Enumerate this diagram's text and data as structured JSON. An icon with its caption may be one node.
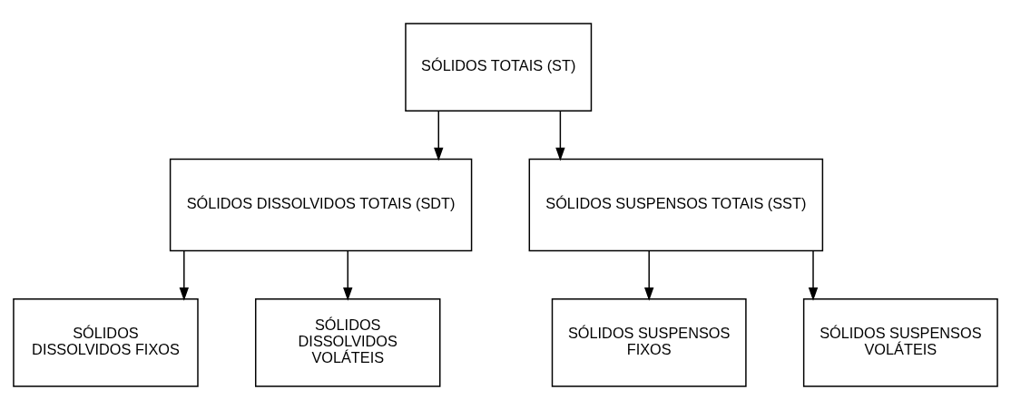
{
  "diagram": {
    "nodes": [
      {
        "text": [
          "SÓLIDOS TOTAIS (ST)"
        ]
      },
      {
        "text": [
          "SÓLIDOS DISSOLVIDOS TOTAIS (SDT)"
        ]
      },
      {
        "text": [
          "SÓLIDOS SUSPENSOS TOTAIS (SST)"
        ]
      },
      {
        "text": [
          "SÓLIDOS DISSOLVIDOS FIXOS"
        ]
      },
      {
        "text": [
          "SÓLIDOS DISSOLVIDOS VOLÁTEIS"
        ]
      },
      {
        "text": [
          "SÓLIDOS SUSPENSOS FIXOS"
        ]
      },
      {
        "text": [
          "SÓLIDOS SUSPENSOS VOLÁTEIS"
        ]
      }
    ],
    "edges": [
      {
        "from": 0,
        "to": 1,
        "arrow": "to"
      },
      {
        "from": 0,
        "to": 2,
        "arrow": "to"
      },
      {
        "from": 1,
        "to": 3,
        "arrow": "to"
      },
      {
        "from": 1,
        "to": 4,
        "arrow": "to"
      },
      {
        "from": 2,
        "to": 5,
        "arrow": "to"
      },
      {
        "from": 2,
        "to": 6,
        "arrow": "to"
      }
    ]
  }
}
